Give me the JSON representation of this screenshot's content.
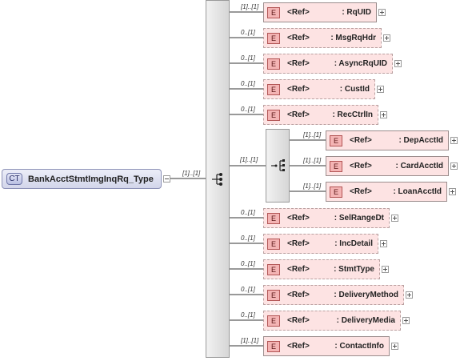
{
  "complex_type": {
    "badge": "CT",
    "name": "BankAcctStmtImgInqRq_Type",
    "cardinality": "[1]..[1]"
  },
  "ref_label": "<Ref>",
  "element_badge": "E",
  "elements": [
    {
      "name": ": RqUID",
      "cardinality": "[1]..[1]",
      "required": true
    },
    {
      "name": ": MsgRqHdr",
      "cardinality": "0..[1]",
      "required": false
    },
    {
      "name": ": AsyncRqUID",
      "cardinality": "0..[1]",
      "required": false
    },
    {
      "name": ": CustId",
      "cardinality": "0..[1]",
      "required": false
    },
    {
      "name": ": RecCtrlIn",
      "cardinality": "0..[1]",
      "required": false
    },
    {
      "name": ": SelRangeDt",
      "cardinality": "0..[1]",
      "required": false
    },
    {
      "name": ": IncDetail",
      "cardinality": "0..[1]",
      "required": false
    },
    {
      "name": ": StmtType",
      "cardinality": "0..[1]",
      "required": false
    },
    {
      "name": ": DeliveryMethod",
      "cardinality": "0..[1]",
      "required": false
    },
    {
      "name": ": DeliveryMedia",
      "cardinality": "0..[1]",
      "required": false
    },
    {
      "name": ": ContactInfo",
      "cardinality": "[1]..[1]",
      "required": true
    }
  ],
  "choice": {
    "cardinality": "[1]..[1]",
    "elements": [
      {
        "name": ": DepAcctId",
        "cardinality": "[1]..[1]",
        "required": true
      },
      {
        "name": ": CardAcctId",
        "cardinality": "[1]..[1]",
        "required": true
      },
      {
        "name": ": LoanAcctId",
        "cardinality": "[1]..[1]",
        "required": true
      }
    ]
  },
  "colors": {
    "element_fill": "#fde3e3",
    "element_badge": "#f4b4b4",
    "type_fill": "#d2d5ea",
    "connector": "#333333"
  }
}
